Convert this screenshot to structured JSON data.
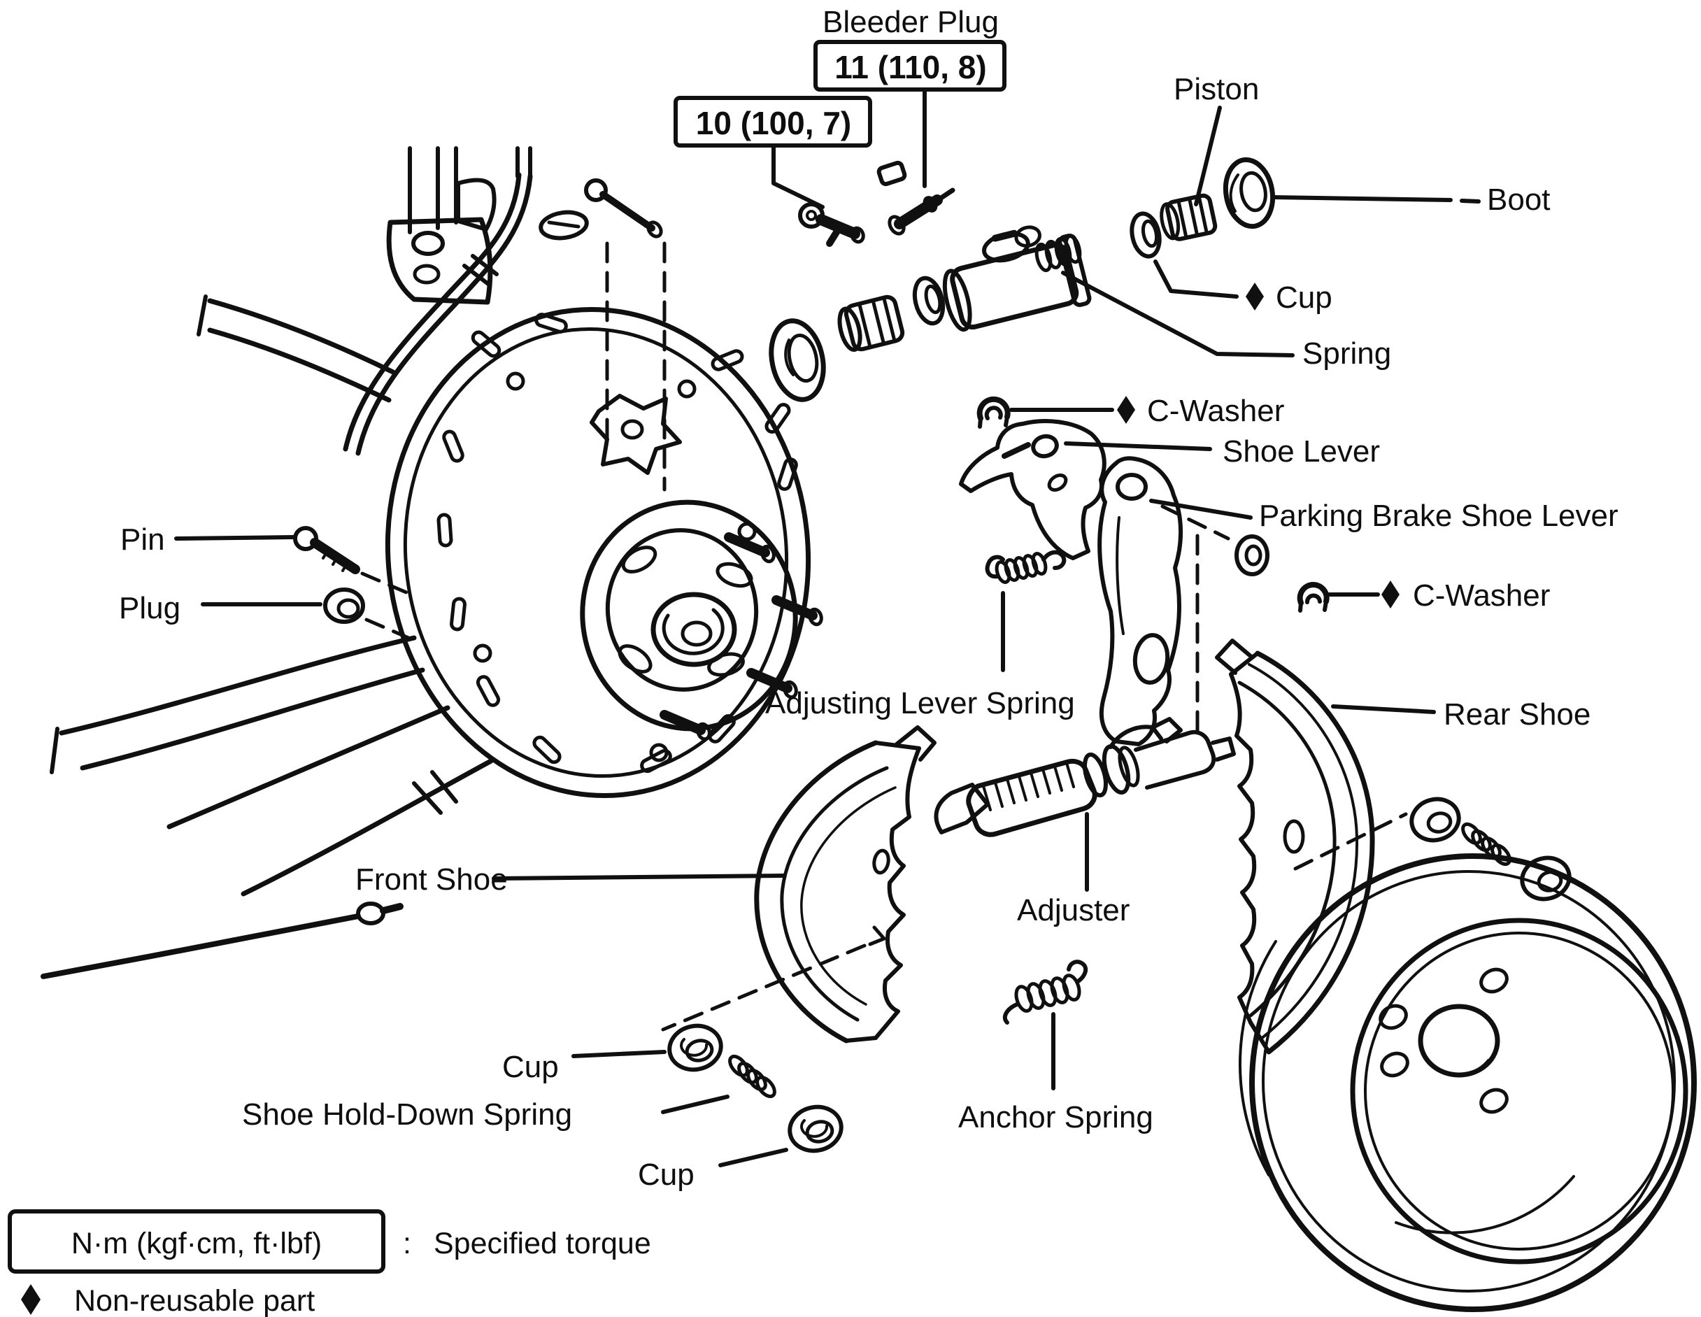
{
  "labels": {
    "bleeder_plug": "Bleeder Plug",
    "piston": "Piston",
    "boot": "Boot",
    "cup_wheel_cylinder": "Cup",
    "spring_wheel_cylinder": "Spring",
    "c_washer_upper": "C-Washer",
    "shoe_lever": "Shoe Lever",
    "parking_brake_shoe_lever": "Parking Brake Shoe Lever",
    "c_washer_lower": "C-Washer",
    "pin": "Pin",
    "plug": "Plug",
    "adjusting_lever_spring": "Adjusting Lever Spring",
    "rear_shoe": "Rear Shoe",
    "front_shoe": "Front Shoe",
    "adjuster": "Adjuster",
    "cup_front_upper": "Cup",
    "shoe_hold_down_spring": "Shoe Hold-Down Spring",
    "cup_front_lower": "Cup",
    "anchor_spring": "Anchor Spring"
  },
  "torque_specs": {
    "wheel_cylinder_mount": "10 (100, 7)",
    "bleeder_plug": "11 (110, 8)"
  },
  "legend": {
    "torque_units_box": "N·m (kgf·cm, ft·lbf)",
    "colon": ":",
    "torque_meaning": "Specified torque",
    "diamond_icon": "◆",
    "diamond_meaning": "Non-reusable part"
  },
  "colors": {
    "ink": "#101010",
    "paper": "#ffffff"
  }
}
